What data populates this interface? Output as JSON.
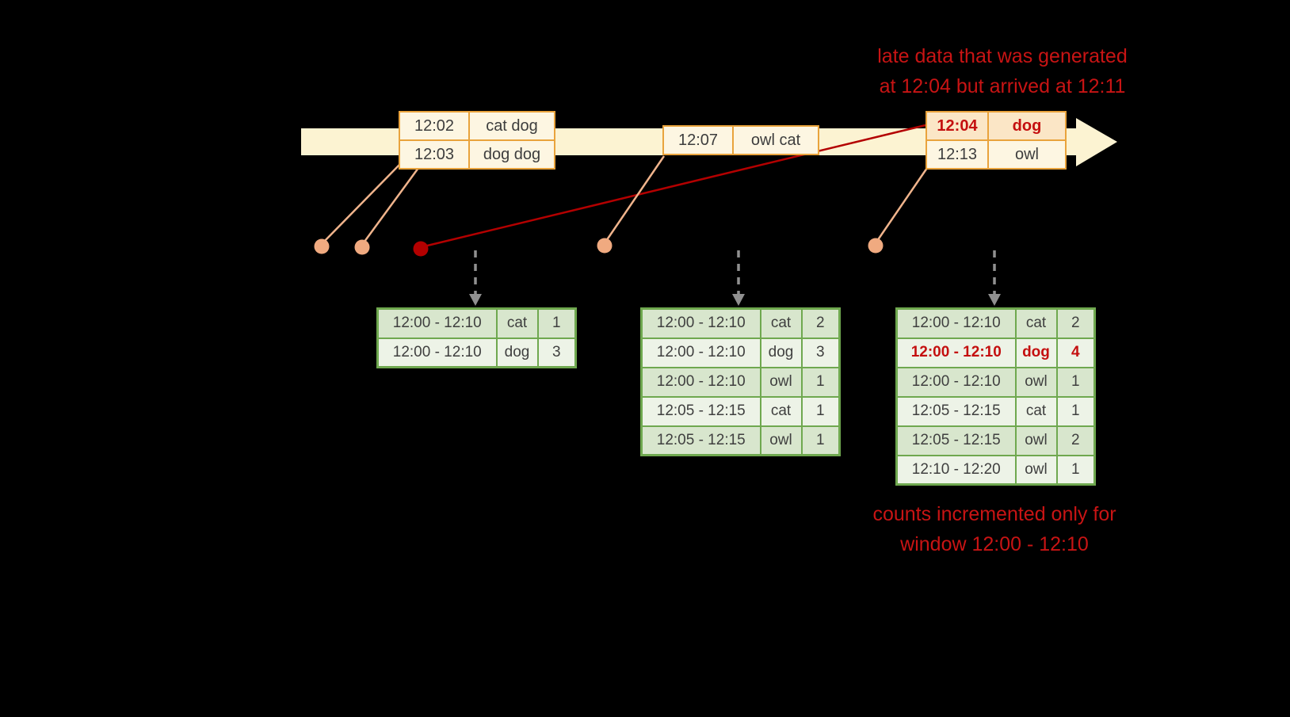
{
  "notes": {
    "late_line1": "late data that was generated",
    "late_line2": "at 12:04 but arrived at 12:11",
    "counts_line1": "counts incremented only for",
    "counts_line2": "window 12:00 - 12:10"
  },
  "events": {
    "group1": {
      "rows": [
        {
          "time": "12:02",
          "words": "cat dog"
        },
        {
          "time": "12:03",
          "words": "dog dog"
        }
      ]
    },
    "group2": {
      "rows": [
        {
          "time": "12:07",
          "words": "owl cat"
        }
      ]
    },
    "group3": {
      "rows": [
        {
          "time": "12:04",
          "words": "dog",
          "late": true
        },
        {
          "time": "12:13",
          "words": "owl"
        }
      ]
    }
  },
  "tables": {
    "t1": {
      "rows": [
        {
          "window": "12:00 - 12:10",
          "word": "cat",
          "count": "1"
        },
        {
          "window": "12:00 - 12:10",
          "word": "dog",
          "count": "3"
        }
      ]
    },
    "t2": {
      "rows": [
        {
          "window": "12:00 - 12:10",
          "word": "cat",
          "count": "2"
        },
        {
          "window": "12:00 - 12:10",
          "word": "dog",
          "count": "3"
        },
        {
          "window": "12:00 - 12:10",
          "word": "owl",
          "count": "1"
        },
        {
          "window": "12:05 - 12:15",
          "word": "cat",
          "count": "1"
        },
        {
          "window": "12:05 - 12:15",
          "word": "owl",
          "count": "1"
        }
      ]
    },
    "t3": {
      "rows": [
        {
          "window": "12:00 - 12:10",
          "word": "cat",
          "count": "2"
        },
        {
          "window": "12:00 - 12:10",
          "word": "dog",
          "count": "4",
          "late": true
        },
        {
          "window": "12:00 - 12:10",
          "word": "owl",
          "count": "1"
        },
        {
          "window": "12:05 - 12:15",
          "word": "cat",
          "count": "1"
        },
        {
          "window": "12:05 - 12:15",
          "word": "owl",
          "count": "2"
        },
        {
          "window": "12:10 - 12:20",
          "word": "owl",
          "count": "1"
        }
      ]
    }
  },
  "colors": {
    "background": "#000000",
    "annotation_red": "#c81414",
    "timeline_fill": "#fcf3d2",
    "event_border": "#e9a33c",
    "event_fill": "#fdf6e2",
    "late_event_fill": "#fbe6c6",
    "dot_fill": "#f0aa80",
    "connector": "#f0b48c",
    "late_connector": "#b30000",
    "table_border": "#6fa84f",
    "table_row_odd": "#d8e6cd",
    "table_row_even": "#edf3e7",
    "dashed_arrow": "#909090"
  }
}
